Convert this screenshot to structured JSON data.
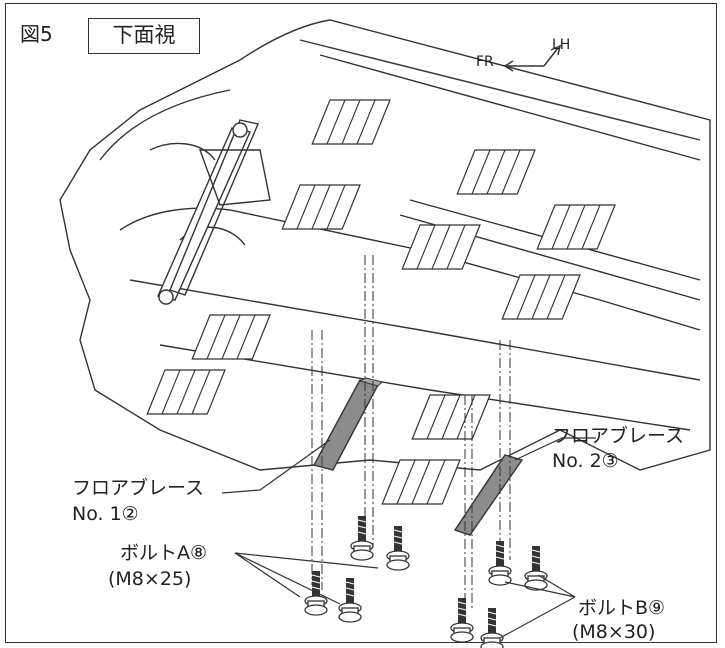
{
  "figure": {
    "number": "図5",
    "view_title": "下面視"
  },
  "direction": {
    "front": "FR",
    "left": "LH"
  },
  "callouts": {
    "brace1_name": "フロアブレース",
    "brace1_part": "No. 1②",
    "brace2_name": "フロアブレース",
    "brace2_part": "No. 2③",
    "boltA_name": "ボルトA⑧",
    "boltA_spec": "(M8×25)",
    "boltB_name": "ボルトB⑨",
    "boltB_spec": "(M8×30)"
  },
  "colors": {
    "line": "#333333",
    "brace_fill": "#8c8c8c",
    "frame": "#333333"
  }
}
